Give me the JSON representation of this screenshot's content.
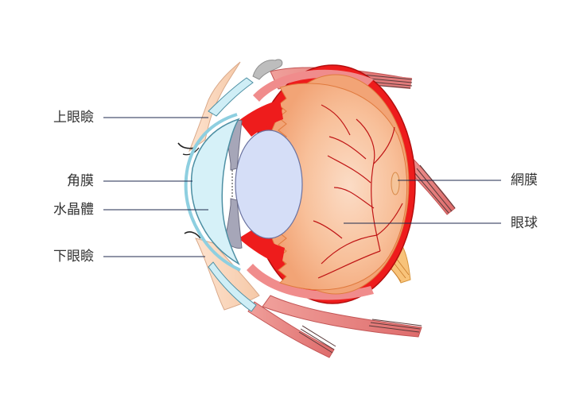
{
  "labels": {
    "upper_eyelid": "上眼瞼",
    "cornea": "角膜",
    "aqueous_humor": "水晶體",
    "lower_eyelid": "下眼瞼",
    "retina": "網膜",
    "eyeball": "眼球"
  },
  "colors": {
    "sclera_red": "#ee1c1c",
    "choroid_orange": "#f6a57a",
    "muscle_pink": "#e88582",
    "lens": "#d5def7",
    "cornea": "#d6f1f8",
    "iris_gray": "#a6a6b8",
    "leader_line": "#1f2a4d"
  }
}
